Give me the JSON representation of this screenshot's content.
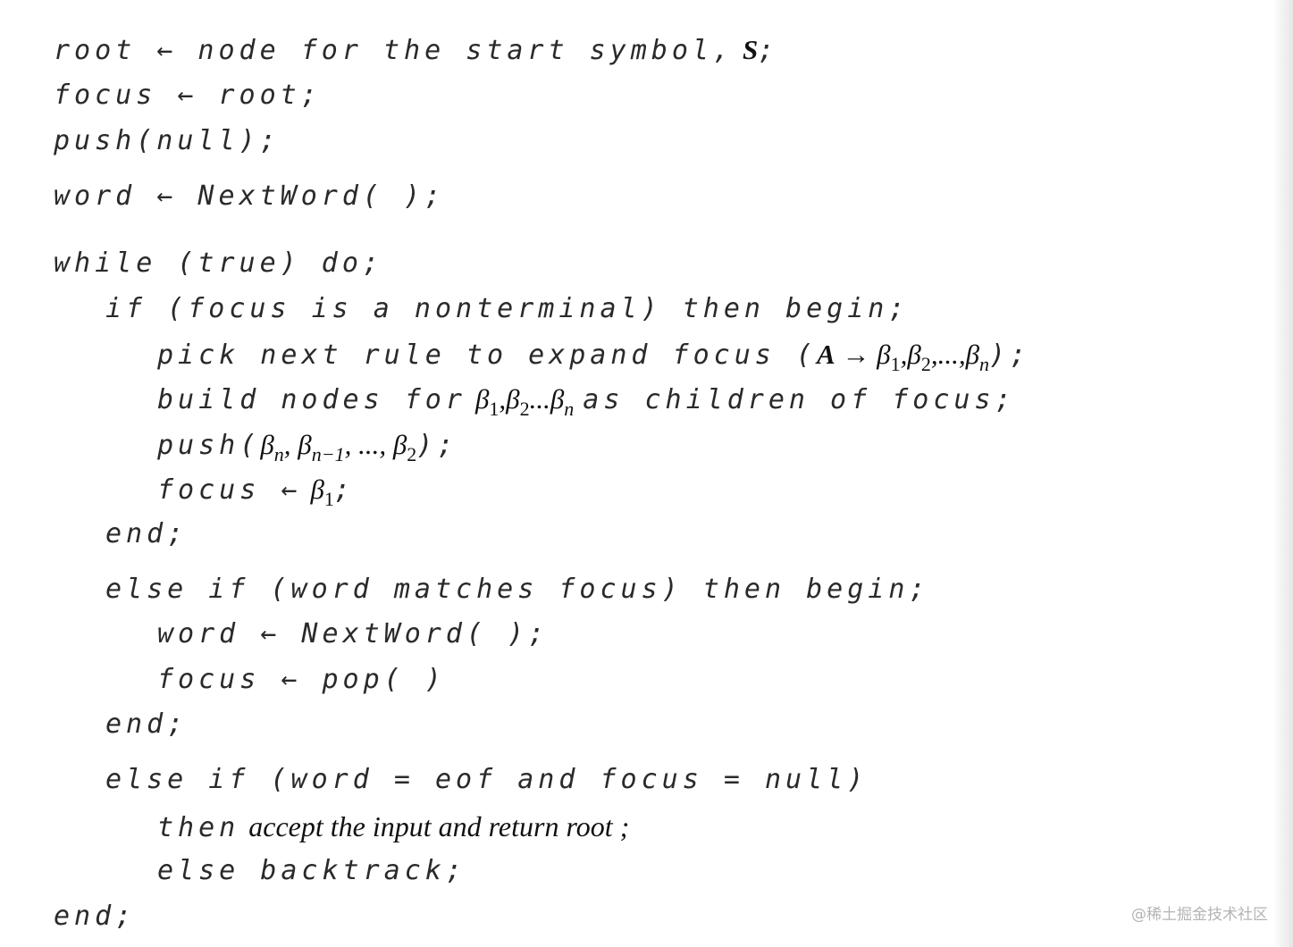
{
  "algorithm": {
    "lines": [
      {
        "indent": 0,
        "segments": [
          {
            "t": "code",
            "v": "root ← node for the start symbol,"
          },
          {
            "t": "gap"
          },
          {
            "t": "math",
            "v": "S",
            "bold": true
          },
          {
            "t": "code",
            "v": ";"
          }
        ]
      },
      {
        "indent": 0,
        "segments": [
          {
            "t": "code",
            "v": "focus ← root;"
          }
        ]
      },
      {
        "indent": 0,
        "segments": [
          {
            "t": "code",
            "v": "push(null);"
          }
        ]
      },
      {
        "indent": 0,
        "segments": [
          {
            "t": "code",
            "v": "word ← NextWord( );"
          }
        ]
      },
      {
        "indent": 0,
        "segments": [
          {
            "t": "code",
            "v": "while (true) do;"
          }
        ]
      },
      {
        "indent": 1,
        "segments": [
          {
            "t": "code",
            "v": "if (focus is a nonterminal) then begin;"
          }
        ]
      },
      {
        "indent": 2,
        "segments": [
          {
            "t": "code",
            "v": "pick next rule to expand focus ("
          },
          {
            "t": "math",
            "v": "A",
            "bold": true
          },
          {
            "t": "math",
            "v": " → ",
            "upright": true
          },
          {
            "t": "math",
            "v": "β"
          },
          {
            "t": "sub",
            "v": "1"
          },
          {
            "t": "math",
            "v": ",β"
          },
          {
            "t": "sub",
            "v": "2"
          },
          {
            "t": "math",
            "v": ",...,β"
          },
          {
            "t": "sub",
            "v": "n",
            "italic": true
          },
          {
            "t": "code",
            "v": ");"
          }
        ]
      },
      {
        "indent": 2,
        "segments": [
          {
            "t": "code",
            "v": "build nodes for"
          },
          {
            "t": "gap"
          },
          {
            "t": "math",
            "v": "β"
          },
          {
            "t": "sub",
            "v": "1"
          },
          {
            "t": "math",
            "v": ",β"
          },
          {
            "t": "sub",
            "v": "2"
          },
          {
            "t": "math",
            "v": "...β"
          },
          {
            "t": "sub",
            "v": "n",
            "italic": true
          },
          {
            "t": "gap"
          },
          {
            "t": "code",
            "v": "as children of focus;"
          }
        ]
      },
      {
        "indent": 2,
        "segments": [
          {
            "t": "code",
            "v": "push("
          },
          {
            "t": "math",
            "v": "β"
          },
          {
            "t": "sub",
            "v": "n",
            "italic": true
          },
          {
            "t": "math",
            "v": ", β"
          },
          {
            "t": "sub",
            "v": "n−1",
            "italic": true
          },
          {
            "t": "math",
            "v": ", ..., β"
          },
          {
            "t": "sub",
            "v": "2"
          },
          {
            "t": "code",
            "v": ");"
          }
        ]
      },
      {
        "indent": 2,
        "segments": [
          {
            "t": "code",
            "v": "focus ←"
          },
          {
            "t": "gap"
          },
          {
            "t": "math",
            "v": "β"
          },
          {
            "t": "sub",
            "v": "1"
          },
          {
            "t": "code",
            "v": ";"
          }
        ]
      },
      {
        "indent": 1,
        "segments": [
          {
            "t": "code",
            "v": "end;"
          }
        ]
      },
      {
        "indent": 1,
        "segments": [
          {
            "t": "code",
            "v": "else if (word matches focus) then begin;"
          }
        ]
      },
      {
        "indent": 2,
        "segments": [
          {
            "t": "code",
            "v": "word ← NextWord( );"
          }
        ]
      },
      {
        "indent": 2,
        "segments": [
          {
            "t": "code",
            "v": "focus ← pop( )"
          }
        ]
      },
      {
        "indent": 1,
        "segments": [
          {
            "t": "code",
            "v": "end;"
          }
        ]
      },
      {
        "indent": 1,
        "segments": [
          {
            "t": "code",
            "v": "else if (word = eof and focus = null)"
          }
        ]
      },
      {
        "indent": 2,
        "segments": [
          {
            "t": "code",
            "v": "then"
          },
          {
            "t": "gap"
          },
          {
            "t": "prose",
            "v": "accept the input and return root ;"
          }
        ]
      },
      {
        "indent": 2,
        "segments": [
          {
            "t": "code",
            "v": "else backtrack;"
          }
        ]
      },
      {
        "indent": 0,
        "segments": [
          {
            "t": "code",
            "v": "end;"
          }
        ]
      }
    ]
  },
  "watermark": "@稀土掘金技术社区"
}
